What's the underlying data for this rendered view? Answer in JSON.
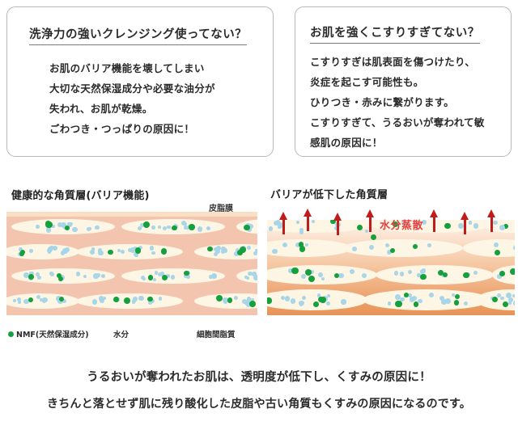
{
  "boxes": [
    {
      "title": "洗浄力の強いクレンジング使ってない？",
      "lines": [
        "お肌のバリア機能を壊してしまい",
        "大切な天然保湿成分や必要な油分が",
        "失われ、お肌が乾燥。",
        "ごわつき・つっぱりの原因に！"
      ]
    },
    {
      "title": "お肌を強くこすりすぎてない？",
      "lines": [
        "こすりすぎは肌表面を傷つけたり、",
        "炎症を起こす可能性も。",
        "ひりつき・赤みに繋がります。",
        "こすりすぎて、うるおいが奪われて敏",
        "感肌の原因に！"
      ]
    }
  ],
  "diagram_healthy": {
    "title": "健康的な角質層(バリア機能)",
    "sebum_label": "皮脂膜",
    "legend": [
      "NMF(天然保湿成分)",
      "水分",
      "細胞間脂質"
    ]
  },
  "diagram_damaged": {
    "title": "バリアが低下した角質層",
    "evaporation_label": "水分蒸散"
  },
  "footer": {
    "lines": [
      "うるおいが奪われたお肌は、透明度が低下し、くすみの原因に！",
      "きちんと落とせず肌に残り酸化した皮脂や古い角質もくすみの原因になるのです。"
    ]
  },
  "colors": {
    "box_border": "#b8b8b8",
    "text": "#2b2b2b",
    "skin_healthy": "#f3c5ae",
    "sebum_film": "#fadfc4",
    "skin_damaged_top": "#fdf4ec",
    "skin_damaged_bottom": "#e89356",
    "cell": "#fdf6e4",
    "water_dot": "#a9d5e8",
    "nmf_dot": "#14a03c",
    "arrow": "#c01c1c",
    "evaporation_text": "#e8403f"
  },
  "figure_data": {
    "healthy_cell_rows": 4,
    "healthy_cells_per_row": 3,
    "damaged_cell_rows": 4,
    "arrow_count": 7
  }
}
